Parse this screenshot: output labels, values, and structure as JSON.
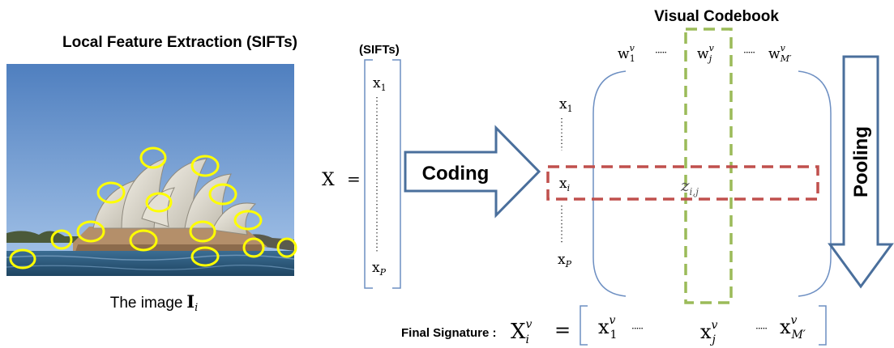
{
  "left_panel": {
    "title": "Local Feature Extraction (SIFTs)",
    "caption_prefix": "The image",
    "caption_symbol": "I",
    "caption_sub": "i"
  },
  "sifts_matrix": {
    "header": "(SIFTs)",
    "lhs": "X",
    "equals": "=",
    "row_first": "x",
    "row_first_sub": "1",
    "row_last": "x",
    "row_last_sub": "P"
  },
  "coding_arrow": {
    "label": "Coding"
  },
  "codebook": {
    "title": "Visual Codebook",
    "col_first": "w",
    "col_first_sup": "v",
    "col_first_sub": "1",
    "col_mid": "w",
    "col_mid_sup": "v",
    "col_mid_sub": "j",
    "col_last": "w",
    "col_last_sup": "v",
    "col_last_sub": "M′",
    "dots": "·····",
    "row_first": "x",
    "row_first_sub": "1",
    "row_mid": "x",
    "row_mid_sub": "i",
    "row_last": "x",
    "row_last_sub": "P",
    "cell": "z",
    "cell_sub": "i,j"
  },
  "pooling_arrow": {
    "label": "Pooling"
  },
  "signature": {
    "label": "Final Signature :",
    "lhs": "X",
    "lhs_sup": "v",
    "lhs_sub": "i",
    "equals": "=",
    "e1": "x",
    "e1_sup": "v",
    "e1_sub": "1",
    "e2": "x",
    "e2_sup": "v",
    "e2_sub": "j",
    "e3": "x",
    "e3_sup": "v",
    "e3_sub": "M′",
    "dots": "·····"
  },
  "colors": {
    "arrow_fill": "#ffffff",
    "arrow_stroke": "#4a6f9c",
    "bracket": "#6d8fc2",
    "row_highlight": "#c0504d",
    "col_highlight": "#9bbb59",
    "keypoint": "#ffff00",
    "sky_top": "#4f7fbf",
    "sky_bottom": "#9fc0e8",
    "water": "#2c5878"
  }
}
